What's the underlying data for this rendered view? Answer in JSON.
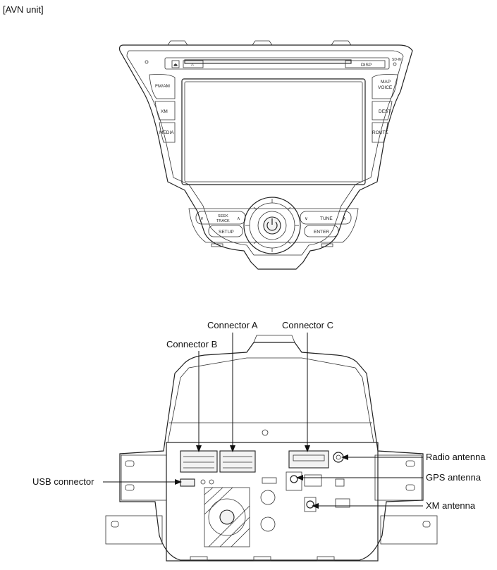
{
  "title": "[AVN unit]",
  "front_buttons": {
    "cd_eject": "⏏",
    "home": "⌂",
    "disp": "DISP",
    "sd_in": "SD-IN",
    "fm_am": "FM/AM",
    "xm": "XM",
    "media": "MEDIA",
    "map_voice": "MAP\nVOICE",
    "dest": "DEST",
    "route": "ROUTE",
    "seek_track": "SEEK\nTRACK",
    "setup": "SETUP",
    "tune": "TUNE",
    "enter": "ENTER"
  },
  "callouts": {
    "connector_a": "Connector A",
    "connector_b": "Connector B",
    "connector_c": "Connector C",
    "usb_connector": "USB connector",
    "radio_antenna": "Radio antenna",
    "gps_antenna": "GPS antenna",
    "xm_antenna": "XM antenna"
  }
}
